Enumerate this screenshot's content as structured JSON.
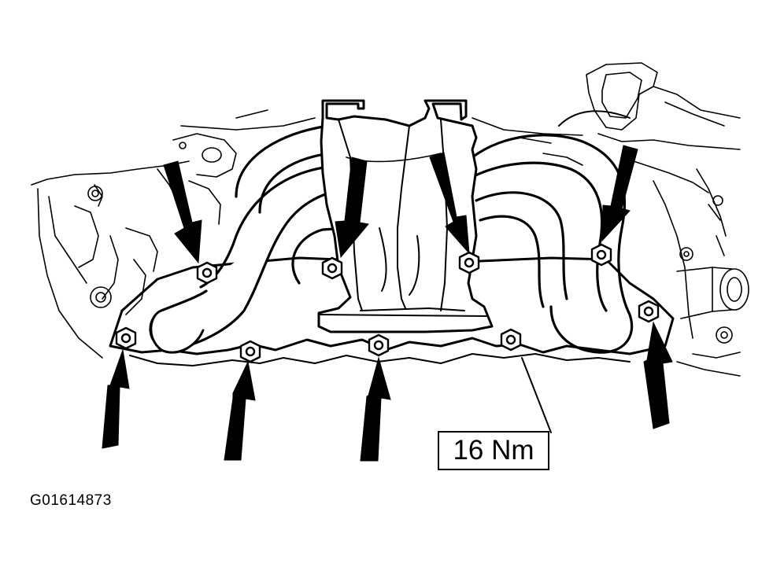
{
  "figure": {
    "callout_torque": "16 Nm",
    "figure_code": "G01614873"
  },
  "colors": {
    "ink": "#000000",
    "paper": "#ffffff"
  },
  "parts": {
    "bolt_count": 9,
    "arrow_count": 8
  }
}
